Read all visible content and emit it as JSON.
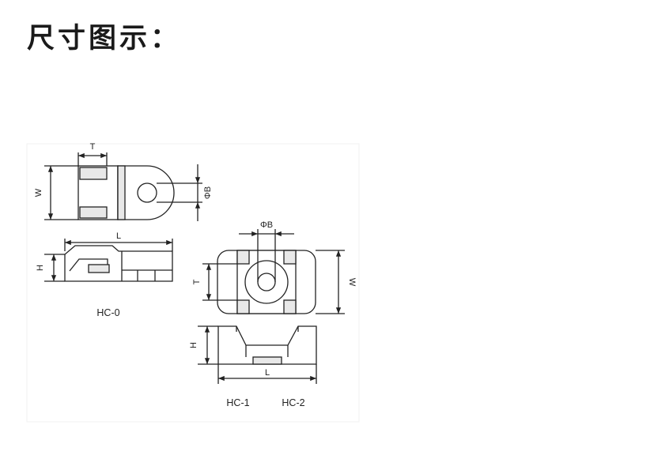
{
  "heading": "尺寸图示：",
  "hc0": {
    "caption": "HC-0",
    "label_t": "T",
    "label_w": "W",
    "label_b": "ΦB",
    "label_l": "L",
    "label_h": "H"
  },
  "hc12": {
    "caption_1": "HC-1",
    "caption_2": "HC-2",
    "label_b": "ΦB",
    "label_t": "T",
    "label_w": "W",
    "label_h": "H",
    "label_l": "L"
  },
  "colors": {
    "line": "#222222",
    "face": "#ffffff",
    "shade": "#e8e8e8",
    "panel_edge": "#f0f0f0"
  }
}
